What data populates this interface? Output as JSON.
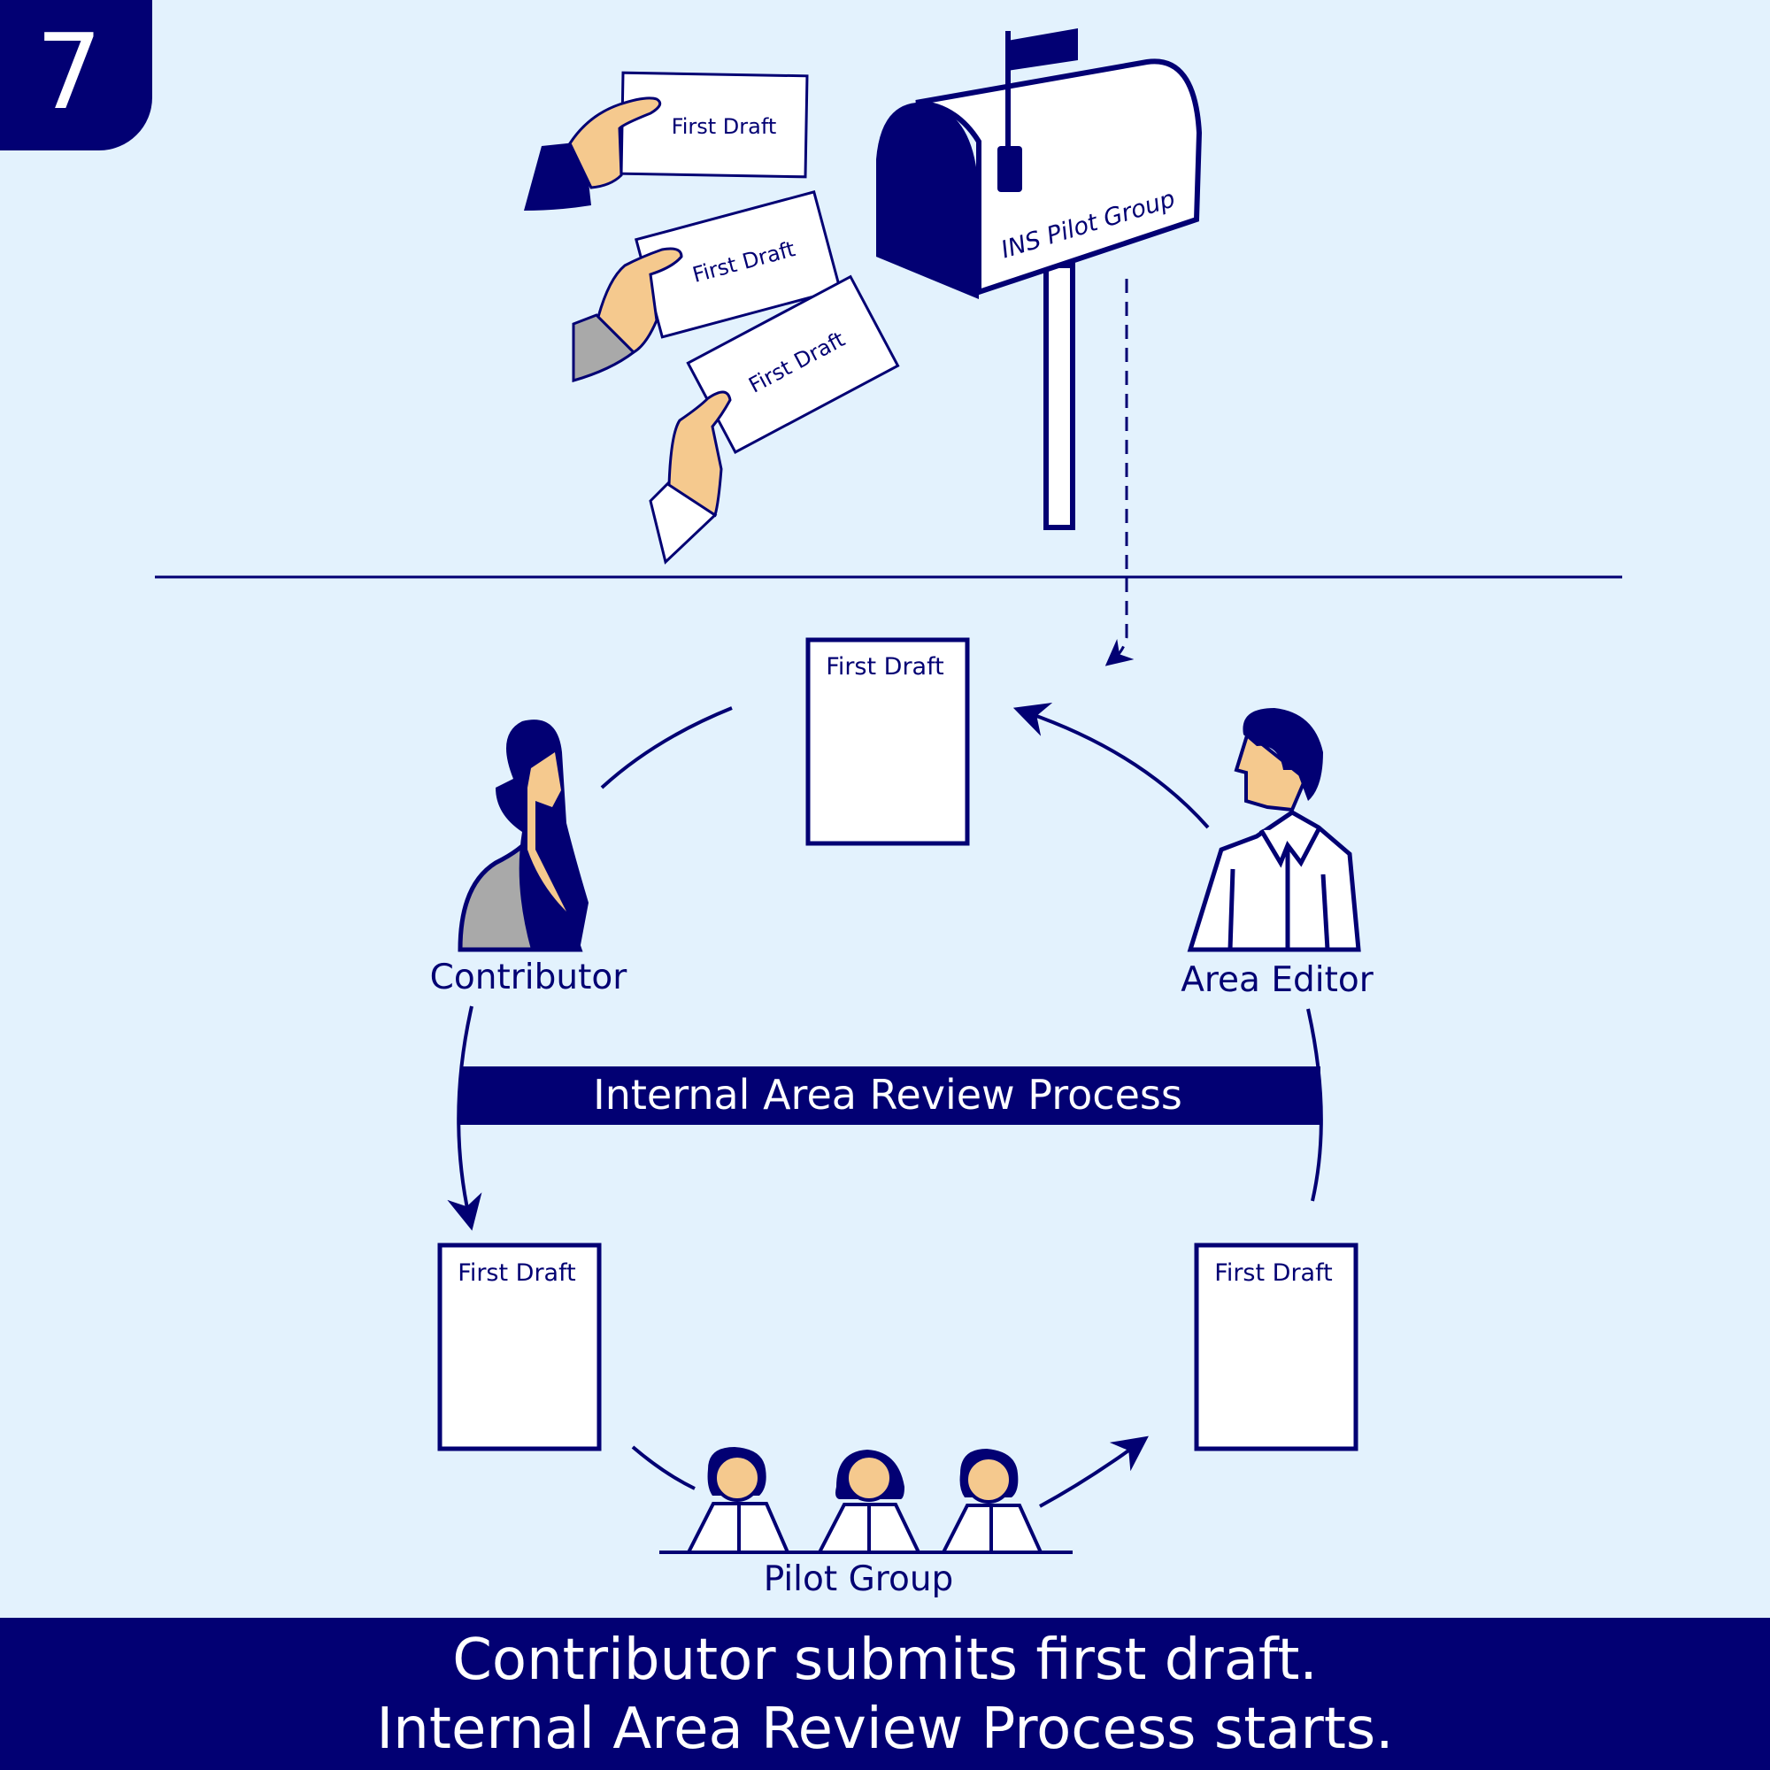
{
  "step_badge": {
    "number": "7"
  },
  "cards": [
    {
      "label": "First Draft"
    },
    {
      "label": "First Draft"
    },
    {
      "label": "First Draft"
    }
  ],
  "mailbox": {
    "label": "INS Pilot Group"
  },
  "documents": {
    "top": "First Draft",
    "left": "First Draft",
    "right": "First Draft"
  },
  "roles": {
    "contributor": "Contributor",
    "area_editor": "Area Editor",
    "pilot_group": "Pilot Group"
  },
  "process_banner": "Internal Area Review Process",
  "caption": {
    "line1": "Contributor submits first draft.",
    "line2": "Internal Area Review  Process starts."
  },
  "colors": {
    "navy": "#020073",
    "background": "#e3f2fd",
    "skin": "#f5c98e",
    "gray_sleeve": "#a9a9a9",
    "white": "#ffffff"
  }
}
